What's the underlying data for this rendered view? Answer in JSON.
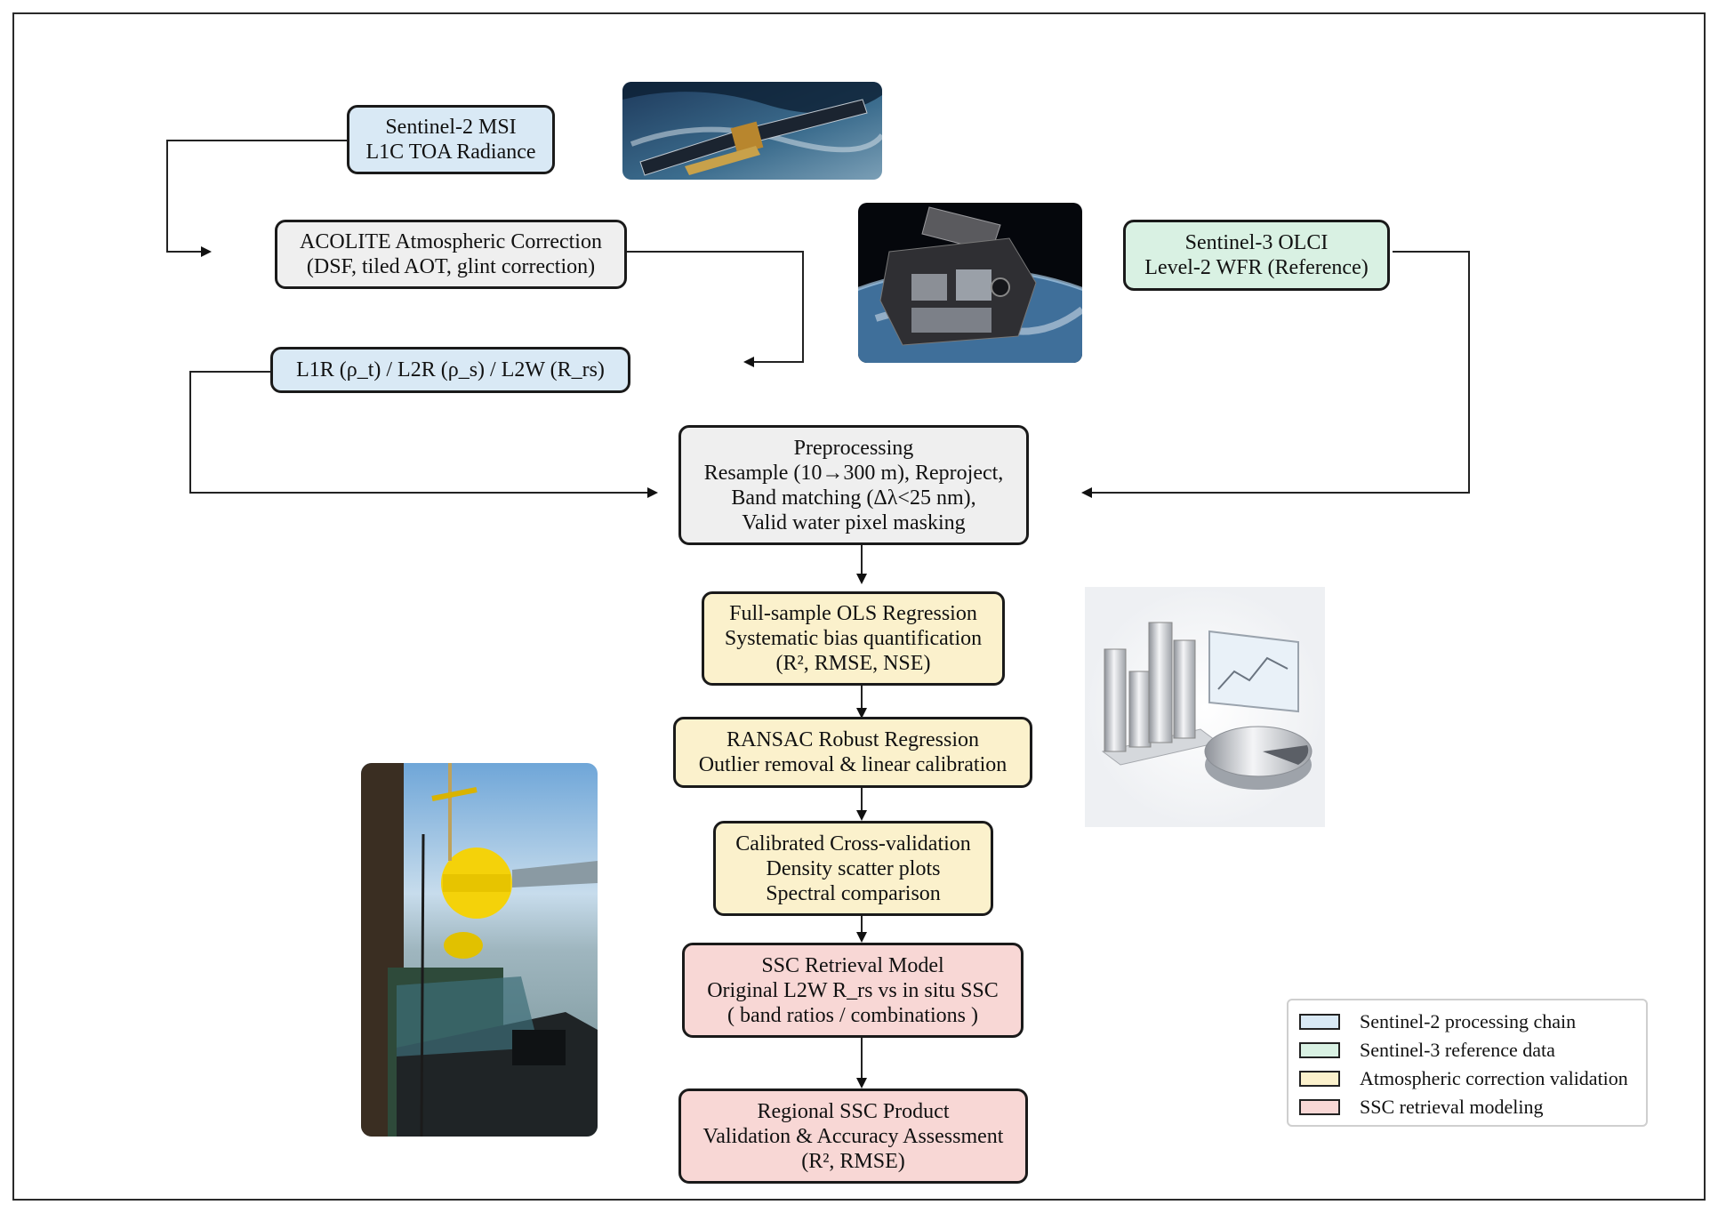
{
  "boxes": {
    "s2_msi": [
      "Sentinel-2 MSI",
      "L1C TOA Radiance"
    ],
    "acolite": [
      "ACOLITE Atmospheric Correction",
      "(DSF, tiled AOT, glint correction)"
    ],
    "l1r": [
      "L1R (ρ_t) / L2R (ρ_s) / L2W (R_rs)"
    ],
    "s3_olci": [
      "Sentinel-3 OLCI",
      "Level-2 WFR (Reference)"
    ],
    "preprocessing": [
      "Preprocessing",
      "Resample (10→300 m), Reproject,",
      "Band matching (Δλ<25 nm),",
      "Valid water pixel masking"
    ],
    "ols": [
      "Full-sample OLS Regression",
      "Systematic bias quantification",
      "(R², RMSE, NSE)"
    ],
    "ransac": [
      "RANSAC Robust Regression",
      "Outlier removal & linear calibration"
    ],
    "crossval": [
      "Calibrated Cross-validation",
      "Density scatter plots",
      "Spectral comparison"
    ],
    "ssc_model": [
      "SSC Retrieval Model",
      "Original L2W R_rs vs in situ SSC",
      "( band ratios / combinations )"
    ],
    "regional": [
      "Regional SSC Product",
      "Validation & Accuracy Assessment",
      "(R², RMSE)"
    ]
  },
  "legend": [
    {
      "label": "Sentinel-2 processing chain",
      "color": "#d9e9f5"
    },
    {
      "label": "Sentinel-3 reference data",
      "color": "#d9f1e3"
    },
    {
      "label": "Atmospheric correction validation",
      "color": "#fbf1cc"
    },
    {
      "label": "SSC retrieval modeling",
      "color": "#f8d7d5"
    }
  ],
  "images": [
    "sentinel-2-satellite-photo",
    "sentinel-3-satellite-photo",
    "bar-chart-pie-chart-icon",
    "buoy-ship-deck-photo"
  ]
}
